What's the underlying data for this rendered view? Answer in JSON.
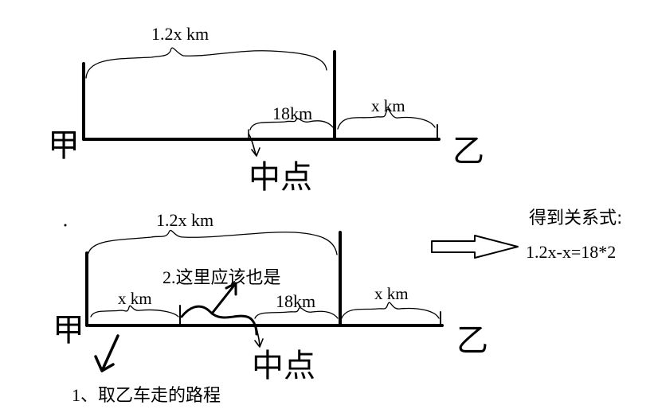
{
  "diagram_top": {
    "label_jia": "甲",
    "label_yi": "乙",
    "label_total": "1.2x km",
    "label_gap": "18km",
    "label_right": "x km",
    "label_mid": "中点"
  },
  "diagram_bottom": {
    "label_jia": "甲",
    "label_yi": "乙",
    "label_total": "1.2x km",
    "label_left": "x km",
    "label_gap": "18km",
    "label_right": "x km",
    "label_mid": "中点",
    "note_1": "1、取乙车走的路程",
    "note_2": "2.这里应该也是"
  },
  "relation": {
    "title": "得到关系式:",
    "equation": "1.2x-x=18*2"
  },
  "colors": {
    "ink": "#000000",
    "background": "#ffffff"
  }
}
